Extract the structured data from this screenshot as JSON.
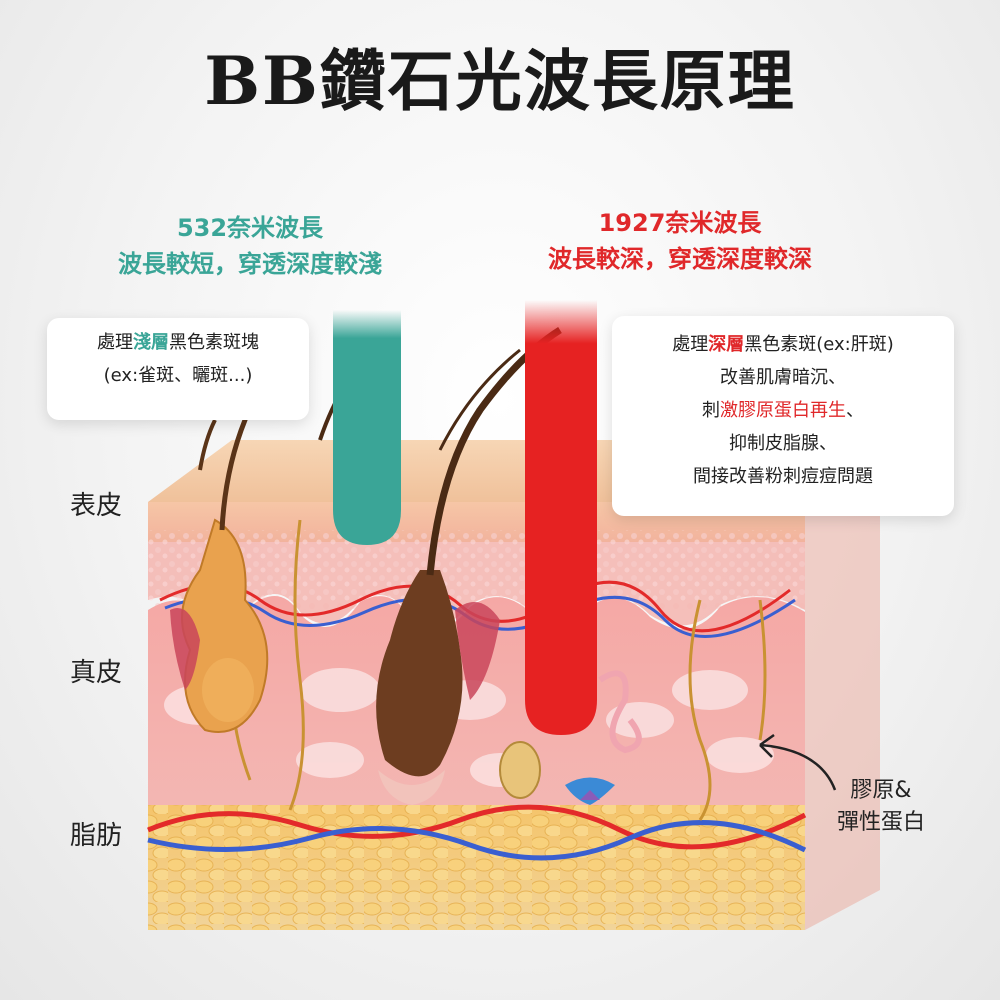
{
  "title": "BB鑽石光波長原理",
  "wave_532": {
    "heading": "532奈米波長",
    "subheading": "波長較短，穿透深度較淺",
    "color": "#3aa597",
    "desc_prefix": "處理",
    "desc_highlight": "淺層",
    "desc_suffix": "黑色素斑塊",
    "desc_line2": "(ex:雀斑、曬斑...)"
  },
  "wave_1927": {
    "heading": "1927奈米波長",
    "subheading": "波長較深，穿透深度較深",
    "color": "#e0282a",
    "desc_prefix": "處理",
    "desc_highlight": "深層",
    "desc_suffix": "黑色素斑(ex:肝斑)",
    "line2": "改善肌膚暗沉、",
    "line3_prefix": "刺",
    "line3_highlight": "激膠原蛋白再生",
    "line3_suffix": "、",
    "line4": "抑制皮脂腺、",
    "line5": "間接改善粉刺痘痘問題"
  },
  "layers": {
    "epidermis": "表皮",
    "dermis": "真皮",
    "fat": "脂肪"
  },
  "collagen_label": {
    "line1": "膠原&",
    "line2": "彈性蛋白"
  }
}
